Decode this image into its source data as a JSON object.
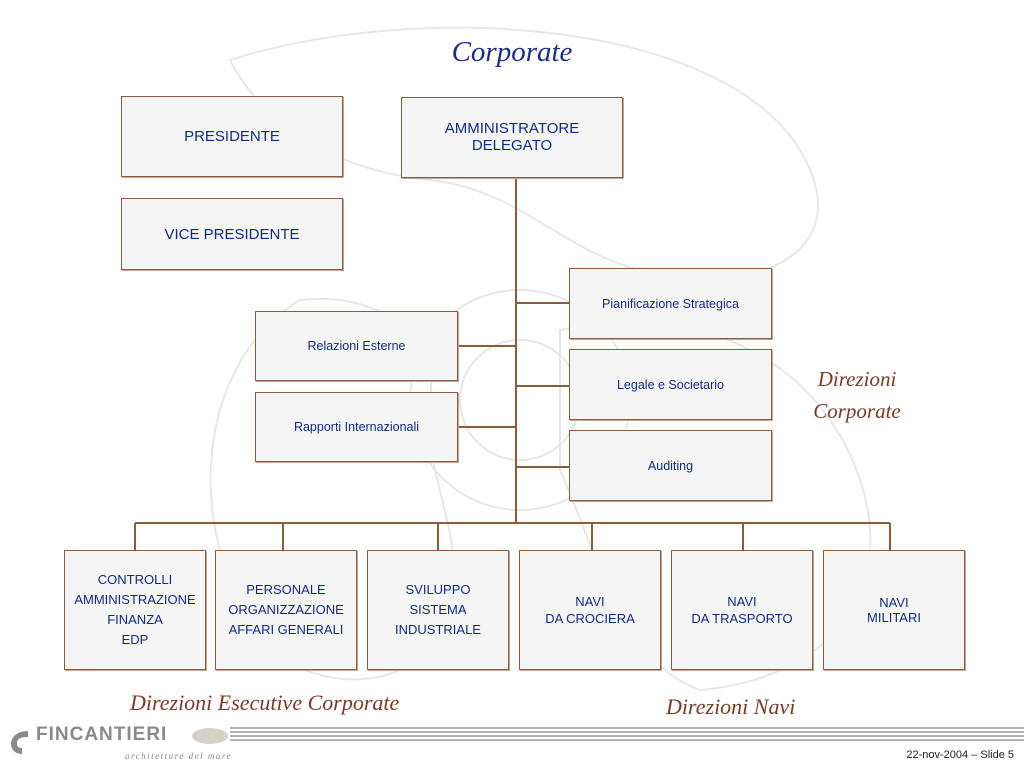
{
  "title": "Corporate",
  "top_boxes": {
    "presidente": "PRESIDENTE",
    "vice_presidente": "VICE PRESIDENTE",
    "amministratore": "AMMINISTRATORE\nDELEGATO"
  },
  "staff_left": [
    "Relazioni Esterne",
    "Rapporti Internazionali"
  ],
  "staff_right": [
    "Pianificazione Strategica",
    "Legale e Societario",
    "Auditing"
  ],
  "bottom_boxes": [
    "CONTROLLI\nAMMINISTRAZIONE\nFINANZA\nEDP",
    "PERSONALE\nORGANIZZAZIONE\nAFFARI GENERALI",
    "SVILUPPO\nSISTEMA\nINDUSTRIALE",
    "NAVI\nDA CROCIERA",
    "NAVI\nDA TRASPORTO",
    "NAVI\nMILITARI"
  ],
  "labels": {
    "direzioni_corporate": "Direzioni\nCorporate",
    "direzioni_esecutive": "Direzioni Esecutive Corporate",
    "direzioni_navi": "Direzioni Navi"
  },
  "footer": {
    "logo": "FINCANTIERI",
    "tagline": "architetture del mare",
    "slide_info": "22-nov-2004 – Slide 5"
  },
  "colors": {
    "box_text": "#0d2a8a",
    "connector": "#8c5a3c",
    "label_text": "#7a3b26",
    "title_text": "#1a2d8a"
  }
}
